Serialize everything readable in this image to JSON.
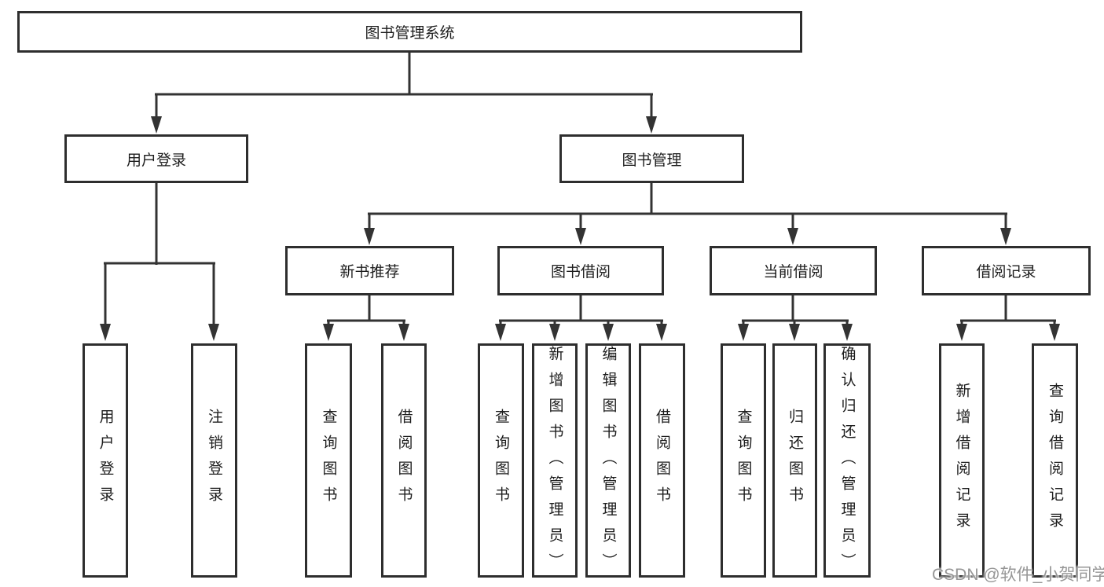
{
  "tree": {
    "root": "图书管理系统",
    "branches": [
      {
        "label": "用户登录",
        "children": [
          {
            "label": "用户登录"
          },
          {
            "label": "注销登录"
          }
        ]
      },
      {
        "label": "图书管理",
        "children": [
          {
            "label": "新书推荐",
            "children": [
              {
                "label": "查询图书"
              },
              {
                "label": "借阅图书"
              }
            ]
          },
          {
            "label": "图书借阅",
            "children": [
              {
                "label": "查询图书"
              },
              {
                "label": "新增图书（管理员）"
              },
              {
                "label": "编辑图书（管理员）"
              },
              {
                "label": "借阅图书"
              }
            ]
          },
          {
            "label": "当前借阅",
            "children": [
              {
                "label": "查询图书"
              },
              {
                "label": "归还图书"
              },
              {
                "label": "确认归还（管理员）"
              }
            ]
          },
          {
            "label": "借阅记录",
            "children": [
              {
                "label": "新增借阅记录"
              },
              {
                "label": "查询借阅记录"
              }
            ]
          }
        ]
      }
    ]
  },
  "watermark": {
    "text": "CSDN @软件_小贺同学",
    "color": "#969696"
  },
  "colors": {
    "line": "#333333",
    "box_border": "#2e2e2e",
    "box_fill": "#ffffff",
    "text": "#1d1d1d"
  }
}
